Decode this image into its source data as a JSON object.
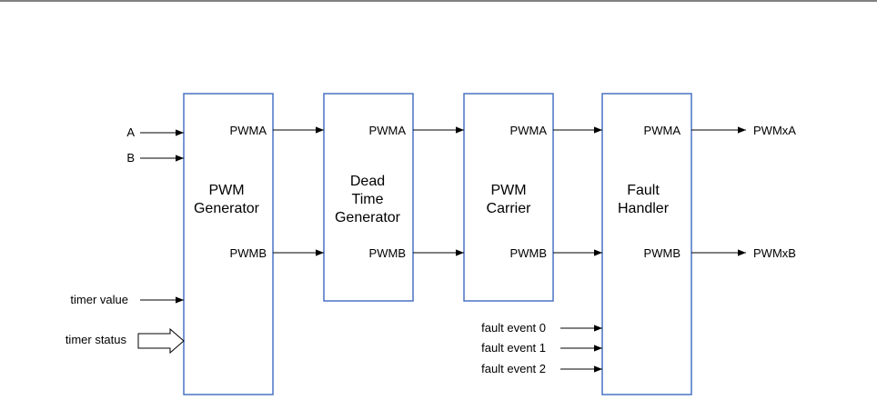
{
  "inputs": {
    "a": "A",
    "b": "B",
    "timer_value": "timer value",
    "timer_status": "timer status"
  },
  "blocks": {
    "pwm_generator": {
      "lines": [
        "PWM",
        "Generator"
      ],
      "out_a": "PWMA",
      "out_b": "PWMB"
    },
    "dead_time": {
      "lines": [
        "Dead",
        "Time",
        "Generator"
      ],
      "out_a": "PWMA",
      "out_b": "PWMB"
    },
    "pwm_carrier": {
      "lines": [
        "PWM",
        "Carrier"
      ],
      "out_a": "PWMA",
      "out_b": "PWMB"
    },
    "fault_handler": {
      "lines": [
        "Fault",
        "Handler"
      ],
      "out_a": "PWMA",
      "out_b": "PWMB",
      "fault_events": [
        "fault event 0",
        "fault event 1",
        "fault event 2"
      ]
    }
  },
  "outputs": {
    "a": "PWMxA",
    "b": "PWMxB"
  },
  "colors": {
    "block_stroke": "#4a72c4",
    "line": "#000000",
    "text": "#000000"
  }
}
